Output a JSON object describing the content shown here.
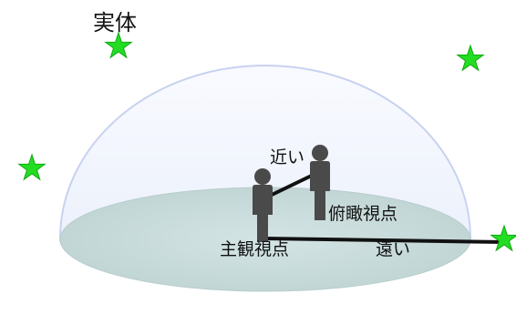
{
  "labels": {
    "real_object": "実体",
    "near": "近い",
    "bird_view": "俯瞰視点",
    "subjective_view": "主観視点",
    "far": "遠い"
  },
  "colors": {
    "star": "#22dd22",
    "star_stroke": "#13a813",
    "dome_edge": "#c8d2f0",
    "dome_fill_top": "#f8faff",
    "dome_fill_bottom": "#e9eefb",
    "ground": "#c9dcdc",
    "ground_edge": "#b7cccc",
    "person": "#4a4a4a",
    "line": "#111111"
  },
  "icons": {
    "star": "star-icon",
    "person": "person-icon"
  }
}
